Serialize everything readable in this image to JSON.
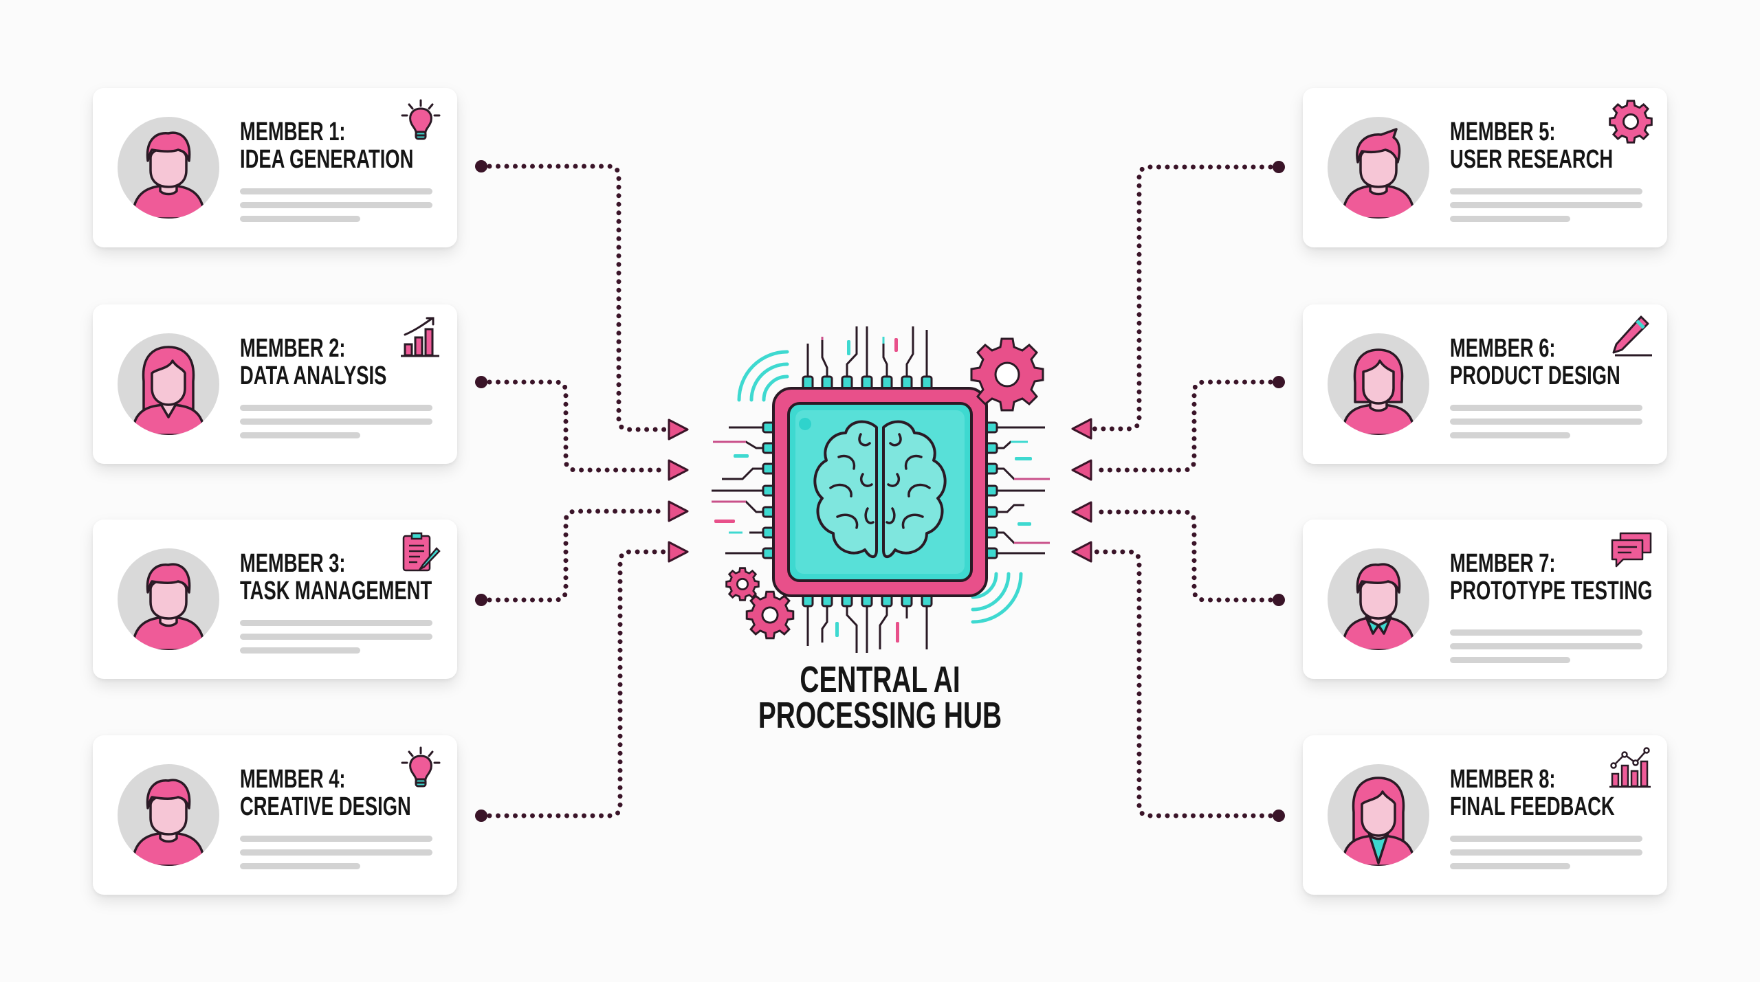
{
  "hub": {
    "label_line1": "CENTRAL AI",
    "label_line2": "PROCESSING HUB",
    "icon": "brain-chip-icon"
  },
  "members": [
    {
      "number": "MEMBER 1:",
      "role": "IDEA GENERATION",
      "icon": "lightbulb-icon",
      "avatar": "male-avatar",
      "side": "left"
    },
    {
      "number": "MEMBER 2:",
      "role": "DATA ANALYSIS",
      "icon": "bar-chart-growth-icon",
      "avatar": "female-avatar",
      "side": "left"
    },
    {
      "number": "MEMBER 3:",
      "role": "TASK MANAGEMENT",
      "icon": "clipboard-pencil-icon",
      "avatar": "male-avatar",
      "side": "left"
    },
    {
      "number": "MEMBER 4:",
      "role": "CREATIVE DESIGN",
      "icon": "lightbulb-icon",
      "avatar": "male-avatar",
      "side": "left"
    },
    {
      "number": "MEMBER 5:",
      "role": "USER RESEARCH",
      "icon": "gear-icon",
      "avatar": "male-avatar",
      "side": "right"
    },
    {
      "number": "MEMBER 6:",
      "role": "PRODUCT DESIGN",
      "icon": "pencil-icon",
      "avatar": "female-avatar",
      "side": "right"
    },
    {
      "number": "MEMBER 7:",
      "role": "PROTOTYPE TESTING",
      "icon": "chat-bubbles-icon",
      "avatar": "male-collar-avatar",
      "side": "right"
    },
    {
      "number": "MEMBER 8:",
      "role": "FINAL FEEDBACK",
      "icon": "line-bar-chart-icon",
      "avatar": "female-avatar",
      "side": "right"
    }
  ],
  "colors": {
    "background": "#fbfbfb",
    "accent_pink": "#e8508a",
    "accent_teal": "#3ed9d0",
    "connector": "#3a1428",
    "outline": "#2a1a25",
    "avatar_bg": "#d9d9d9",
    "placeholder_bar": "#d3d3d3"
  }
}
